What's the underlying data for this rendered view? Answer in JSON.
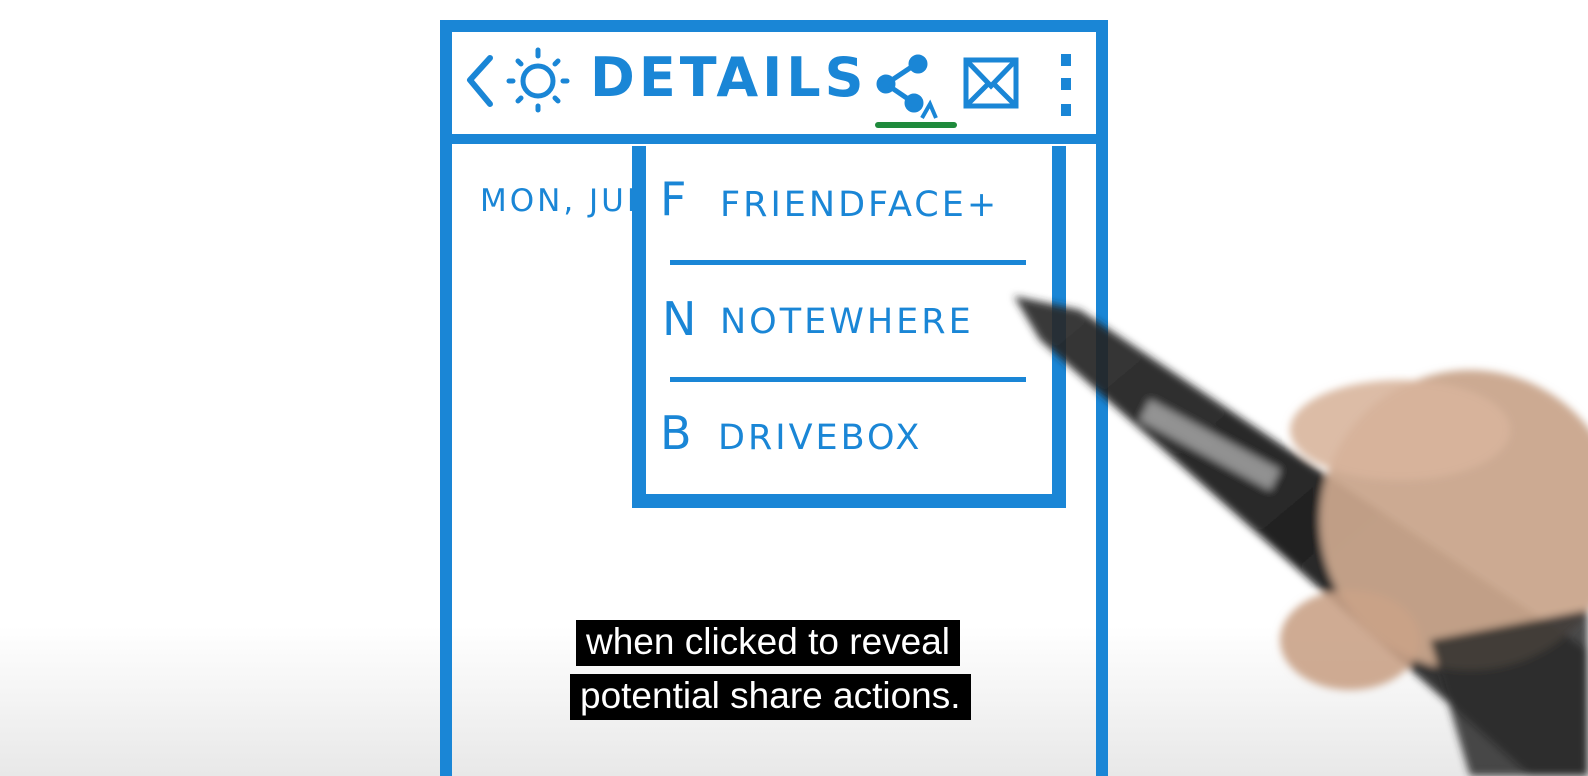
{
  "app_bar": {
    "title": "DETAILS",
    "icons": [
      "back-chevron-icon",
      "sun-icon",
      "share-icon",
      "mail-icon",
      "overflow-menu-icon"
    ]
  },
  "content": {
    "date_text": "MON, JUN"
  },
  "share_menu": {
    "items": [
      {
        "letter": "F",
        "label": "FRIENDFACE+"
      },
      {
        "letter": "N",
        "label": "NOTEWHERE"
      },
      {
        "letter": "B",
        "label": "DRIVEBOX"
      }
    ]
  },
  "captions": [
    "when clicked to reveal",
    "potential share actions."
  ],
  "colors": {
    "sketch_blue": "#1a86d6",
    "highlight_green": "#1f8a3c",
    "caption_bg": "#000000",
    "caption_text": "#ffffff"
  }
}
